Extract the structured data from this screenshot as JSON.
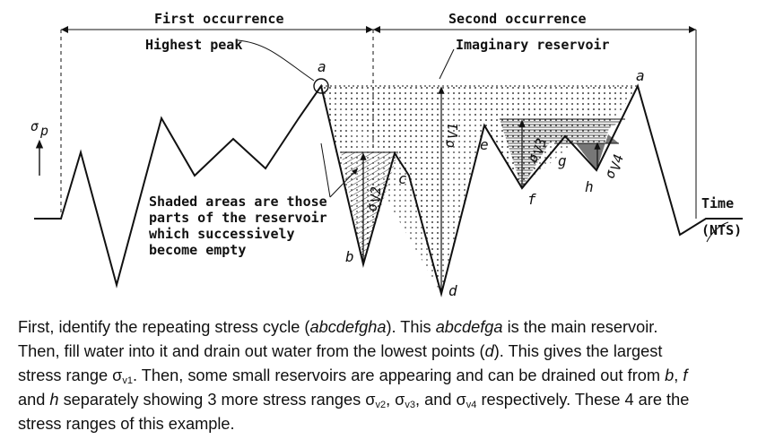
{
  "labels": {
    "first_occurrence": "First occurrence",
    "second_occurrence": "Second occurrence",
    "highest_peak": "Highest peak",
    "imaginary_reservoir": "Imaginary reservoir",
    "shaded_note": [
      "Shaded areas are those",
      "parts of the reservoir",
      "which successively",
      "become empty"
    ],
    "time": "Time",
    "nts": "(NTS)",
    "sigma_p": "σ",
    "sigma_p_sub": "p",
    "sigma_v1": "σ",
    "sigma_v1_sub": "V1",
    "sigma_v2": "σ",
    "sigma_v2_sub": "V2",
    "sigma_v3": "σ",
    "sigma_v3_sub": "V3",
    "sigma_v4": "σ",
    "sigma_v4_sub": "V4"
  },
  "points": {
    "a": "a",
    "a2": "a",
    "b": "b",
    "c": "c",
    "d": "d",
    "e": "e",
    "f": "f",
    "g": "g",
    "h": "h"
  },
  "caption": {
    "l1_a": "First, identify the repeating stress cycle (",
    "l1_b": "abcdefgha",
    "l1_c": "). This ",
    "l1_d": "abcdefga",
    "l1_e": " is the main reservoir.",
    "l2_a": "Then, fill water into it and drain out water from the lowest points (",
    "l2_b": "d",
    "l2_c": "). This gives the largest",
    "l3_a": "stress range σ",
    "l3_sub": "v1",
    "l3_b": ". Then, some small reservoirs are appearing and can be drained out from ",
    "l3_c": "b",
    "l3_d": ", ",
    "l3_e": "f",
    "l4_a": "and ",
    "l4_b": "h",
    "l4_c": " separately showing 3 more stress ranges σ",
    "l4_sub1": "v2",
    "l4_d": ", σ",
    "l4_sub2": "v3",
    "l4_e": ", and σ",
    "l4_sub3": "v4",
    "l4_f": " respectively. These 4 are the",
    "l5": "stress ranges of this example."
  }
}
